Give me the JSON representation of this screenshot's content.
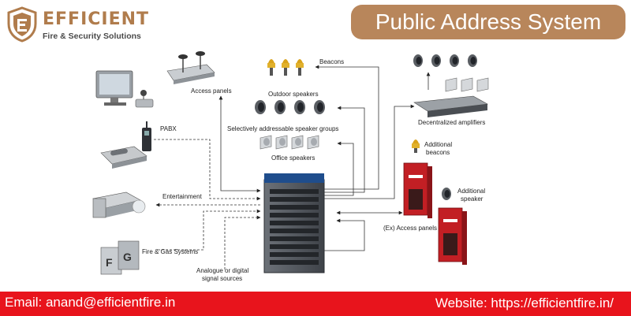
{
  "brand": {
    "name": "EFFICIENT",
    "tagline": "Fire & Security Solutions",
    "accent_color": "#b8865b",
    "footer_color": "#e8141c"
  },
  "title": "Public Address System",
  "diagram": {
    "labels": {
      "access_panels": "Access panels",
      "beacons": "Beacons",
      "outdoor_speakers": "Outdoor speakers",
      "pabx": "PABX",
      "speaker_groups": "Selectively addressable speaker groups",
      "office_speakers": "Office speakers",
      "decentralized_amplifiers": "Decentralized amplifiers",
      "additional_beacons_1": "Additional",
      "additional_beacons_2": "beacons",
      "additional_speaker_1": "Additional",
      "additional_speaker_2": "speaker",
      "entertainment": "Entertainment",
      "fire_gas": "Fire & Gas Systems",
      "analogue_1": "Analogue or digital",
      "analogue_2": "signal sources",
      "ex_access_panels": "(Ex) Access panels"
    }
  },
  "footer": {
    "email": "Email: anand@efficientfire.in",
    "website": "Website: https://efficientfire.in/"
  }
}
